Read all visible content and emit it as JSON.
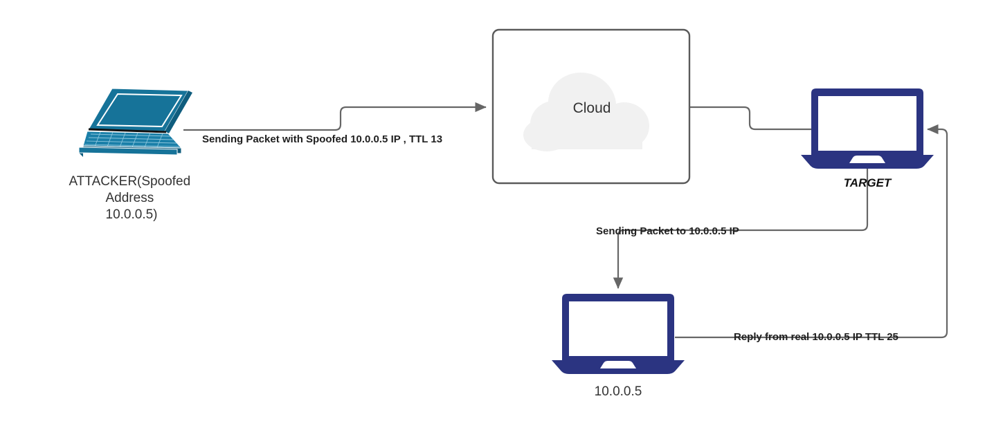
{
  "diagram": {
    "title": "IP spoofing TTL analysis network diagram",
    "background": "#ffffff",
    "colors": {
      "attacker_device": "#167399",
      "attacker_device_dark": "#0f5d7e",
      "target_device": "#2b3481",
      "victim_device": "#2b3481",
      "cloud_fill": "#f1f1f1",
      "connector": "#666666",
      "box_border": "#5a5a5a",
      "text": "#333333"
    },
    "nodes": [
      {
        "id": "attacker",
        "type": "laptop-isometric",
        "icon": "laptop-icon",
        "label_lines": [
          "ATTACKER(Spoofed",
          "Address",
          "10.0.0.5)"
        ],
        "label": "ATTACKER(Spoofed Address 10.0.0.5)"
      },
      {
        "id": "cloud",
        "type": "box-with-cloud",
        "icon": "cloud-icon",
        "label": "Cloud"
      },
      {
        "id": "target",
        "type": "laptop-flat",
        "icon": "laptop-icon",
        "label": "TARGET"
      },
      {
        "id": "victim",
        "type": "laptop-flat",
        "icon": "laptop-icon",
        "label": "10.0.0.5"
      }
    ],
    "edges": [
      {
        "id": "attacker-to-cloud",
        "from": "attacker",
        "to": "cloud",
        "label": "Sending Packet with Spoofed 10.0.0.5 IP , TTL 13",
        "arrowhead": true
      },
      {
        "id": "cloud-to-target",
        "from": "cloud",
        "to": "target",
        "label": "",
        "arrowhead": false
      },
      {
        "id": "target-to-victim",
        "from": "target",
        "to": "victim",
        "label": "Sending Packet to 10.0.0.5 IP",
        "arrowhead": true
      },
      {
        "id": "victim-to-target",
        "from": "victim",
        "to": "target",
        "label": "Reply from real 10.0.0.5 IP TTL 25",
        "arrowhead": true
      }
    ]
  }
}
